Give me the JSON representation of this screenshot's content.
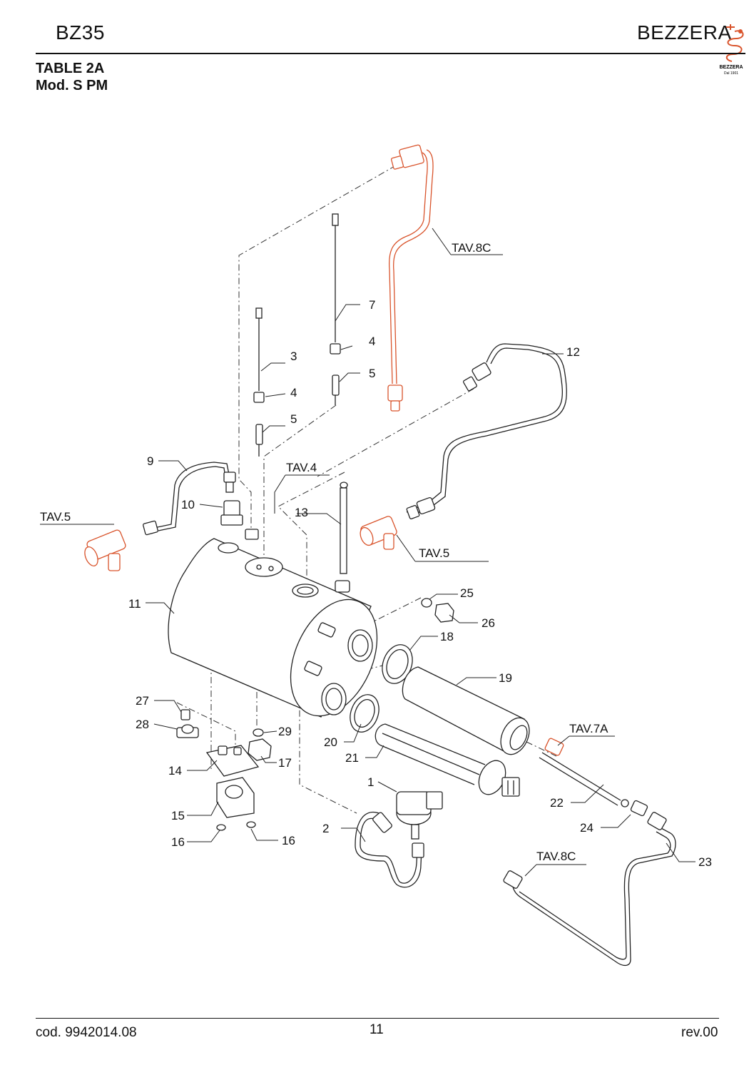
{
  "header": {
    "model": "BZ35",
    "brand": "BEZZERA",
    "logo_text": "BEZZERA",
    "logo_subtext": "Dal 1901",
    "table_title_line1": "TABLE 2A",
    "table_title_line2": "Mod. S PM"
  },
  "callouts": {
    "c1": "1",
    "c2": "2",
    "c3": "3",
    "c4a": "4",
    "c4b": "4",
    "c5a": "5",
    "c5b": "5",
    "c7": "7",
    "c9": "9",
    "c10": "10",
    "c11": "11",
    "c12": "12",
    "c13": "13",
    "c14": "14",
    "c15": "15",
    "c16a": "16",
    "c16b": "16",
    "c17": "17",
    "c18": "18",
    "c19": "19",
    "c20": "20",
    "c21": "21",
    "c22": "22",
    "c23": "23",
    "c24": "24",
    "c25": "25",
    "c26": "26",
    "c27": "27",
    "c28": "28",
    "c29": "29",
    "tav8c_top": "TAV.8C",
    "tav4": "TAV.4",
    "tav5_left": "TAV.5",
    "tav5_right": "TAV.5",
    "tav7a": "TAV.7A",
    "tav8c_bottom": "TAV.8C"
  },
  "footer": {
    "code": "cod. 9942014.08",
    "page": "11",
    "rev": "rev.00"
  },
  "colors": {
    "highlight": "#d9542c",
    "ink": "#111111"
  }
}
